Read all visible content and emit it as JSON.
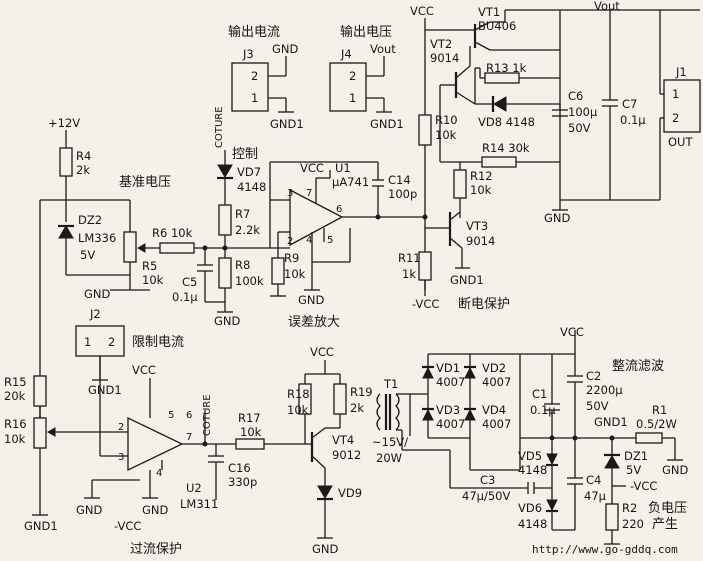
{
  "labels": {
    "plus12v": "+12V",
    "r4": "R4",
    "r4v": "2k",
    "ref_voltage": "基准电压",
    "dz2": "DZ2",
    "dz2m": "LM336",
    "dz2v": "5V",
    "r6": "R6 10k",
    "r5": "R5",
    "r5v": "10k",
    "gnd_a": "GND",
    "j3": "J3",
    "j3_title": "输出电流",
    "j4": "J4",
    "j4_title": "输出电压",
    "gnd": "GND",
    "gnd1": "GND1",
    "vout": "Vout",
    "pin1": "1",
    "pin2": "2",
    "coture": "COTURE",
    "control": "控制",
    "vd7": "VD7",
    "vd7v": "4148",
    "r7": "R7",
    "r7v": "2.2k",
    "r8": "R8",
    "r8v": "100k",
    "c5": "C5",
    "c5v": "0.1μ",
    "r9": "R9",
    "r9v": "10k",
    "vcc": "VCC",
    "u1": "U1",
    "u1m": "μA741",
    "pin3": "3",
    "pin4": "4",
    "pin5": "5",
    "pin6": "6",
    "pin7": "7",
    "error_amp": "误差放大",
    "c14": "C14",
    "c14v": "100p",
    "vt1": "VT1",
    "vt1m": "BU406",
    "vt2": "VT2",
    "vt2m": "9014",
    "vcc_minus": "-VCC",
    "r13": "R13 1k",
    "vd8": "VD8 4148",
    "r10": "R10",
    "r10v": "10k",
    "r14": "R14 30k",
    "r12": "R12",
    "r12v": "10k",
    "vt3": "VT3",
    "vt3m": "9014",
    "r11": "R11",
    "r11v": "1k",
    "power_off": "断电保护",
    "c6": "C6",
    "c6v": "100μ",
    "c6v2": "50V",
    "c7": "C7",
    "c7v": "0.1μ",
    "j1": "J1",
    "out": "OUT",
    "j2": "J2",
    "current_limit": "限制电流",
    "r15": "R15",
    "r15v": "20k",
    "r16": "R16",
    "r16v": "10k",
    "u2": "U2",
    "u2m": "LM311",
    "overcurrent": "过流保护",
    "c16": "C16",
    "c16v": "330p",
    "r17": "R17",
    "r17v": "10k",
    "r18": "R18",
    "r18v": "10k",
    "r19": "R19",
    "r19v": "2k",
    "vt4": "VT4",
    "vt4m": "9012",
    "vd9": "VD9",
    "t1": "T1",
    "t1v": "~15V/",
    "t1v2": "20W",
    "vd1": "VD1",
    "vd2": "VD2",
    "vd3": "VD3",
    "vd4": "VD4",
    "d4007": "4007",
    "rect_filter": "整流滤波",
    "c1": "C1",
    "c1v": "0.1μ",
    "c2": "C2",
    "c2v": "2200μ",
    "c2v2": "50V",
    "vd5": "VD5",
    "vd6": "VD6",
    "d4148": "4148",
    "c3": "C3",
    "c3v": "47μ/50V",
    "c4": "C4",
    "c4v": "47μ",
    "r1": "R1",
    "r1v": "0.5/2W",
    "dz1": "DZ1",
    "dz1v": "5V",
    "r2": "R2",
    "r2v": "220",
    "neg_gen": "负电压",
    "neg_gen2": "产生",
    "url": "http://www.go-gddq.com"
  }
}
